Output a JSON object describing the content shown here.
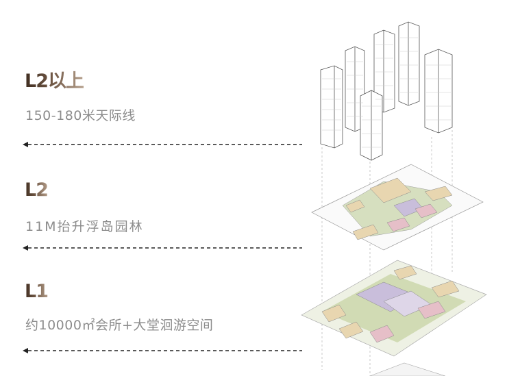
{
  "levels": [
    {
      "title": "L2以上",
      "description": "150-180米天际线"
    },
    {
      "title": "L2",
      "description": "11M抬升浮岛园林"
    },
    {
      "title": "L1",
      "description": "约10000㎡会所+大堂洄游空间"
    }
  ],
  "colors": {
    "title_dark": "#3f2d20",
    "title_light": "#b49e8a",
    "desc": "#8c8c8c",
    "arrow": "#222222",
    "garden": "#c9d6a8",
    "building": "#e8d6b0",
    "clubhouse": "#c9bedb",
    "pink": "#e6bfc8"
  }
}
